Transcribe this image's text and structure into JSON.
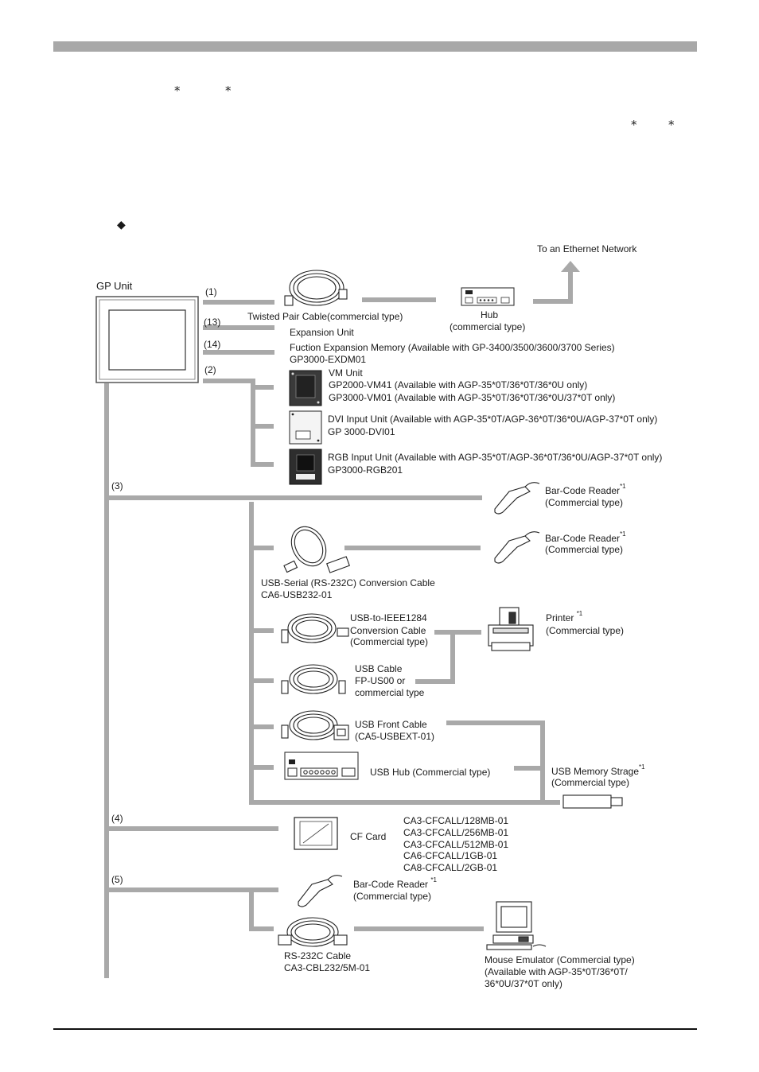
{
  "page": {
    "star_glyph": "*",
    "bullet_glyph": "◆"
  },
  "diagram": {
    "ethernet_network": "To an Ethernet Network",
    "gp_unit": "GP Unit",
    "ports": {
      "p1": "(1)",
      "p13": "(13)",
      "p14": "(14)",
      "p2": "(2)",
      "p3": "(3)",
      "p4": "(4)",
      "p5": "(5)"
    },
    "twisted_pair": "Twisted Pair Cable(commercial type)",
    "hub": {
      "line1": "Hub",
      "line2": "(commercial type)"
    },
    "expansion_unit": "Expansion Unit",
    "expansion_memory": {
      "line1": "Fuction Expansion Memory (Available with GP-3400/3500/3600/3700 Series)",
      "line2": "GP3000-EXDM01"
    },
    "vm_unit": {
      "line1": "VM Unit",
      "line2": "GP2000-VM41 (Available with AGP-35*0T/36*0T/36*0U only)",
      "line3": "GP3000-VM01 (Available with AGP-35*0T/36*0T/36*0U/37*0T only)"
    },
    "dvi_unit": {
      "line1": "DVI Input Unit (Available with AGP-35*0T/AGP-36*0T/36*0U/AGP-37*0T only)",
      "line2": "GP 3000-DVI01"
    },
    "rgb_unit": {
      "line1": "RGB Input Unit (Available with AGP-35*0T/AGP-36*0T/36*0U/AGP-37*0T only)",
      "line2": "GP3000-RGB201"
    },
    "barcode_1": {
      "line1": "Bar-Code Reader",
      "sup": "*1",
      "line2": "(Commercial type)"
    },
    "barcode_2": {
      "line1": "Bar-Code Reader",
      "sup": "*1",
      "line2": "(Commercial type)"
    },
    "usb_serial": {
      "line1": "USB-Serial (RS-232C) Conversion Cable",
      "line2": "CA6-USB232-01"
    },
    "usb_ieee": {
      "line1": "USB-to-IEEE1284",
      "line2": "Conversion Cable",
      "line3": "(Commercial type)"
    },
    "printer": {
      "line1": "Printer ",
      "sup": "*1",
      "line2": "(Commercial type)"
    },
    "usb_cable": {
      "line1": "USB Cable",
      "line2": "FP-US00 or",
      "line3": "commercial type"
    },
    "usb_front": {
      "line1": "USB Front Cable",
      "line2": "(CA5-USBEXT-01)"
    },
    "usb_hub": "USB Hub (Commercial type)",
    "usb_memory": {
      "line1": "USB Memory Strage",
      "sup": "*1",
      "line2": "(Commercial type)"
    },
    "cf_card": {
      "label": "CF Card",
      "models": [
        "CA3-CFCALL/128MB-01",
        "CA3-CFCALL/256MB-01",
        "CA3-CFCALL/512MB-01",
        "CA6-CFCALL/1GB-01",
        "CA8-CFCALL/2GB-01"
      ]
    },
    "barcode_3": {
      "line1": "Bar-Code Reader ",
      "sup": "*1",
      "line2": "(Commercial type)"
    },
    "rs232c": {
      "line1": "RS-232C Cable",
      "line2": "CA3-CBL232/5M-01"
    },
    "mouse_emulator": {
      "line1": "Mouse Emulator (Commercial type)",
      "line2": "(Available with AGP-35*0T/36*0T/",
      "line3": "36*0U/37*0T only)"
    }
  }
}
